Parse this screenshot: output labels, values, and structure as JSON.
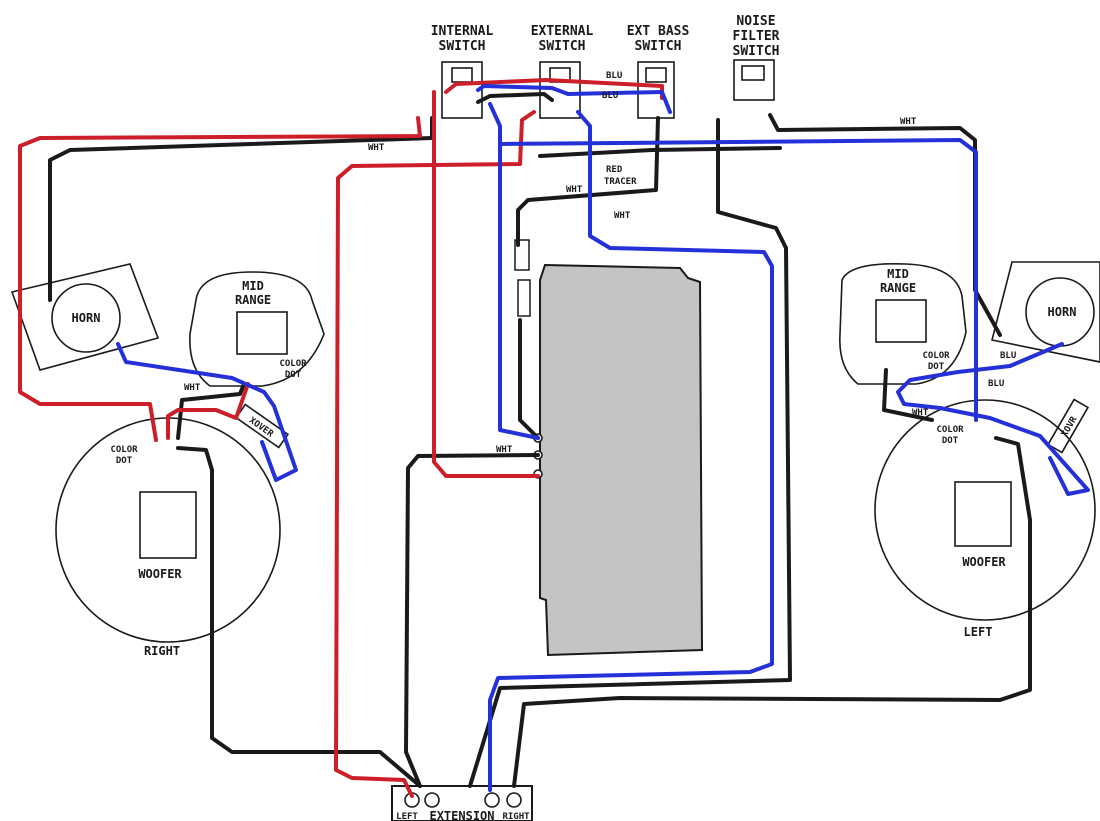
{
  "colors": {
    "red_wire": "#cc1f2a",
    "blue_wire": "#2430d8",
    "black_wire": "#1a1a1a",
    "chassis_fill": "#c4c4c4"
  },
  "switches": {
    "internal": [
      "INTERNAL",
      "SWITCH"
    ],
    "external": [
      "EXTERNAL",
      "SWITCH"
    ],
    "ext_bass": [
      "EXT BASS",
      "SWITCH"
    ],
    "noise_filter": [
      "NOISE",
      "FILTER",
      "SWITCH"
    ]
  },
  "right_speaker": {
    "horn": "HORN",
    "mid_range": [
      "MID",
      "RANGE"
    ],
    "color_dot_mid": [
      "COLOR",
      "DOT"
    ],
    "color_dot_woofer": [
      "COLOR",
      "DOT"
    ],
    "woofer": "WOOFER",
    "side": "RIGHT",
    "xover": "XOVER"
  },
  "left_speaker": {
    "horn": "HORN",
    "mid_range": [
      "MID",
      "RANGE"
    ],
    "color_dot_mid": [
      "COLOR",
      "DOT"
    ],
    "color_dot_woofer": [
      "COLOR",
      "DOT"
    ],
    "woofer": "WOOFER",
    "side": "LEFT",
    "xover": "XOVR"
  },
  "wire_labels": {
    "blu_top": "BLU",
    "blu_top2": "BLU",
    "red_tracer": [
      "RED",
      "TRACER"
    ],
    "wht": "WHT",
    "blu_left_horn": "BLU",
    "blu_left_mid": "BLU"
  },
  "terminal_block": {
    "label": "EXTENSION",
    "left_tag": "LEFT",
    "right_tag": "RIGHT"
  }
}
